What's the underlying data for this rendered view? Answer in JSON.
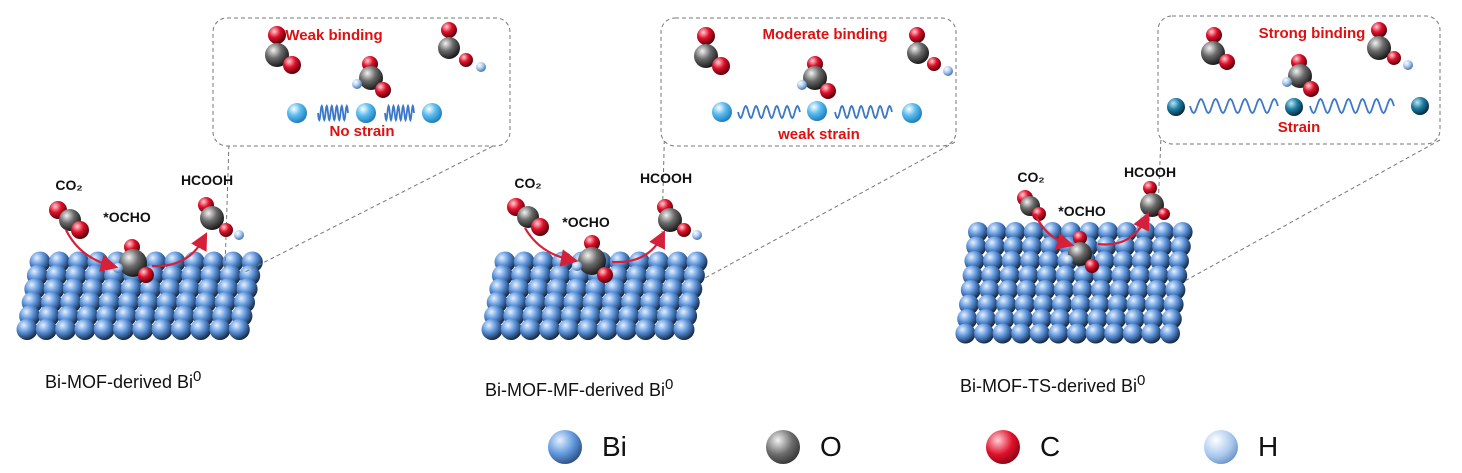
{
  "panels": [
    {
      "caption": "Bi-MOF-derived Bi",
      "caption_sup": "0",
      "binding_label": "Weak binding",
      "strain_label": "No strain",
      "co2_label": "CO₂",
      "intermediate_label": "*OCHO",
      "product_label": "HCOOH"
    },
    {
      "caption": "Bi-MOF-MF-derived Bi",
      "caption_sup": "0",
      "binding_label": "Moderate binding",
      "strain_label": "weak strain",
      "co2_label": "CO₂",
      "intermediate_label": "*OCHO",
      "product_label": "HCOOH"
    },
    {
      "caption": "Bi-MOF-TS-derived Bi",
      "caption_sup": "0",
      "binding_label": "Strong binding",
      "strain_label": "Strain",
      "co2_label": "CO₂",
      "intermediate_label": "*OCHO",
      "product_label": "HCOOH"
    }
  ],
  "legend": [
    {
      "label": "Bi",
      "color": "#3a7fd0"
    },
    {
      "label": "O",
      "color": "#555555"
    },
    {
      "label": "C",
      "color": "#e0102a"
    },
    {
      "label": "H",
      "color": "#a9c8ee"
    }
  ],
  "colors": {
    "binding_text": "#e01010",
    "arrow": "#d6203a",
    "dashed_box": "#777777"
  }
}
